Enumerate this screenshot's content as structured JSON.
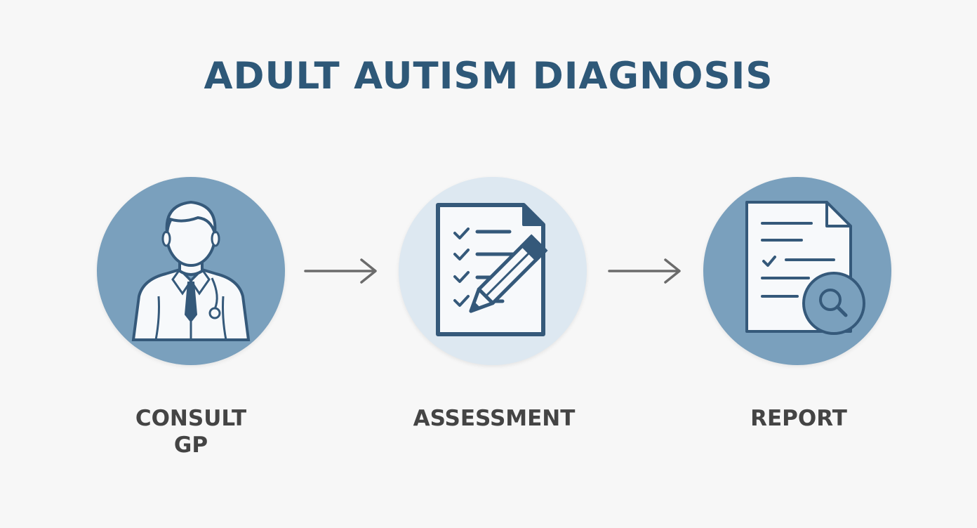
{
  "title": "ADULT AUTISM DIAGNOSIS",
  "colors": {
    "title": "#2e5878",
    "circle_dark": "#7aa0bd",
    "circle_light": "#dde8f1",
    "icon_stroke": "#35597a",
    "icon_fill_white": "#f7f9fb",
    "arrow": "#6b6b6b",
    "label": "#444444"
  },
  "steps": [
    {
      "label": "CONSULT GP",
      "icon": "doctor-icon"
    },
    {
      "label": "ASSESSMENT",
      "icon": "checklist-pencil-icon"
    },
    {
      "label": "REPORT",
      "icon": "report-magnifier-icon"
    }
  ],
  "connectors": [
    "arrow-right-icon",
    "arrow-right-icon"
  ]
}
